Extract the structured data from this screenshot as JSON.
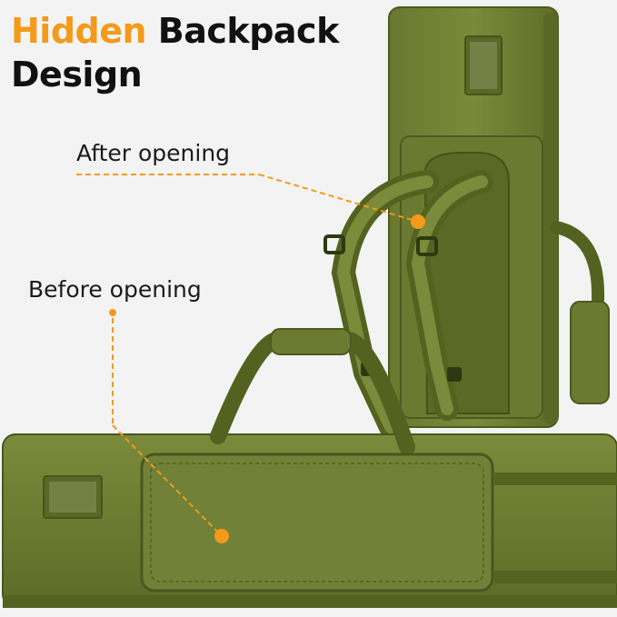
{
  "headline": {
    "accent": "Hidden",
    "rest": "Backpack",
    "line2": "Design"
  },
  "callouts": {
    "after": "After opening",
    "before": "Before opening"
  },
  "colors": {
    "accent": "#f39a1a",
    "fabric": "#6f7d32",
    "fabric_dark": "#4f5b1f",
    "background": "#f3f3f3"
  }
}
